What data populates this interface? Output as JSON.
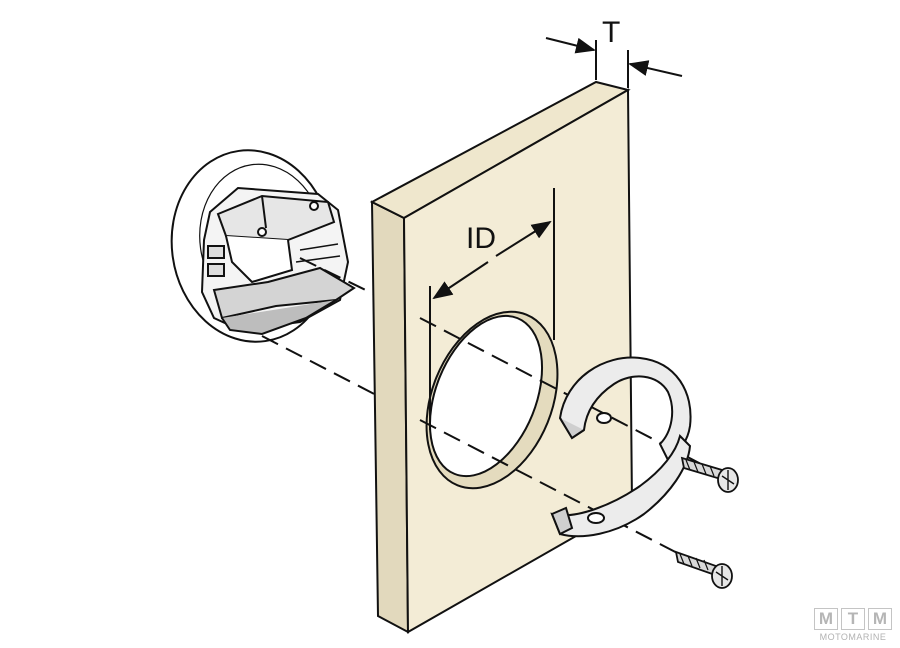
{
  "labels": {
    "thickness": "T",
    "inner_diameter": "ID"
  },
  "logo": {
    "letters": [
      "M",
      "T",
      "M"
    ],
    "subtitle": "MOTOMARINE"
  },
  "colors": {
    "panel_face": "#f3ecd6",
    "panel_edge": "#e2d9bd",
    "line": "#111111",
    "logo_gray": "#b9b9b9"
  }
}
